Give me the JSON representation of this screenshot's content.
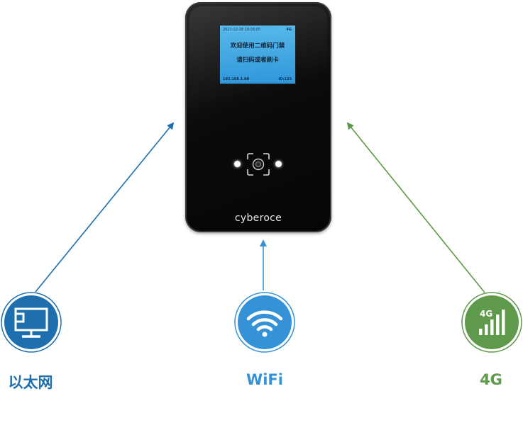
{
  "device": {
    "brand": "cyberoce",
    "screen": {
      "datetime": "2021-12-28 10:03:05",
      "signal": "4G",
      "line1": "欢迎使用二维码门禁",
      "line2": "请扫码或者刷卡",
      "ip": "192.168.1.88",
      "id": "ID:123"
    }
  },
  "connections": [
    {
      "label": "以太网",
      "icon": "ethernet-icon",
      "color": "#1f6fae"
    },
    {
      "label": "WiFi",
      "icon": "wifi-icon",
      "color": "#3592d6"
    },
    {
      "label": "4G",
      "icon": "4g-signal-icon",
      "icon_text": "4G",
      "color": "#5f9a4c"
    }
  ]
}
